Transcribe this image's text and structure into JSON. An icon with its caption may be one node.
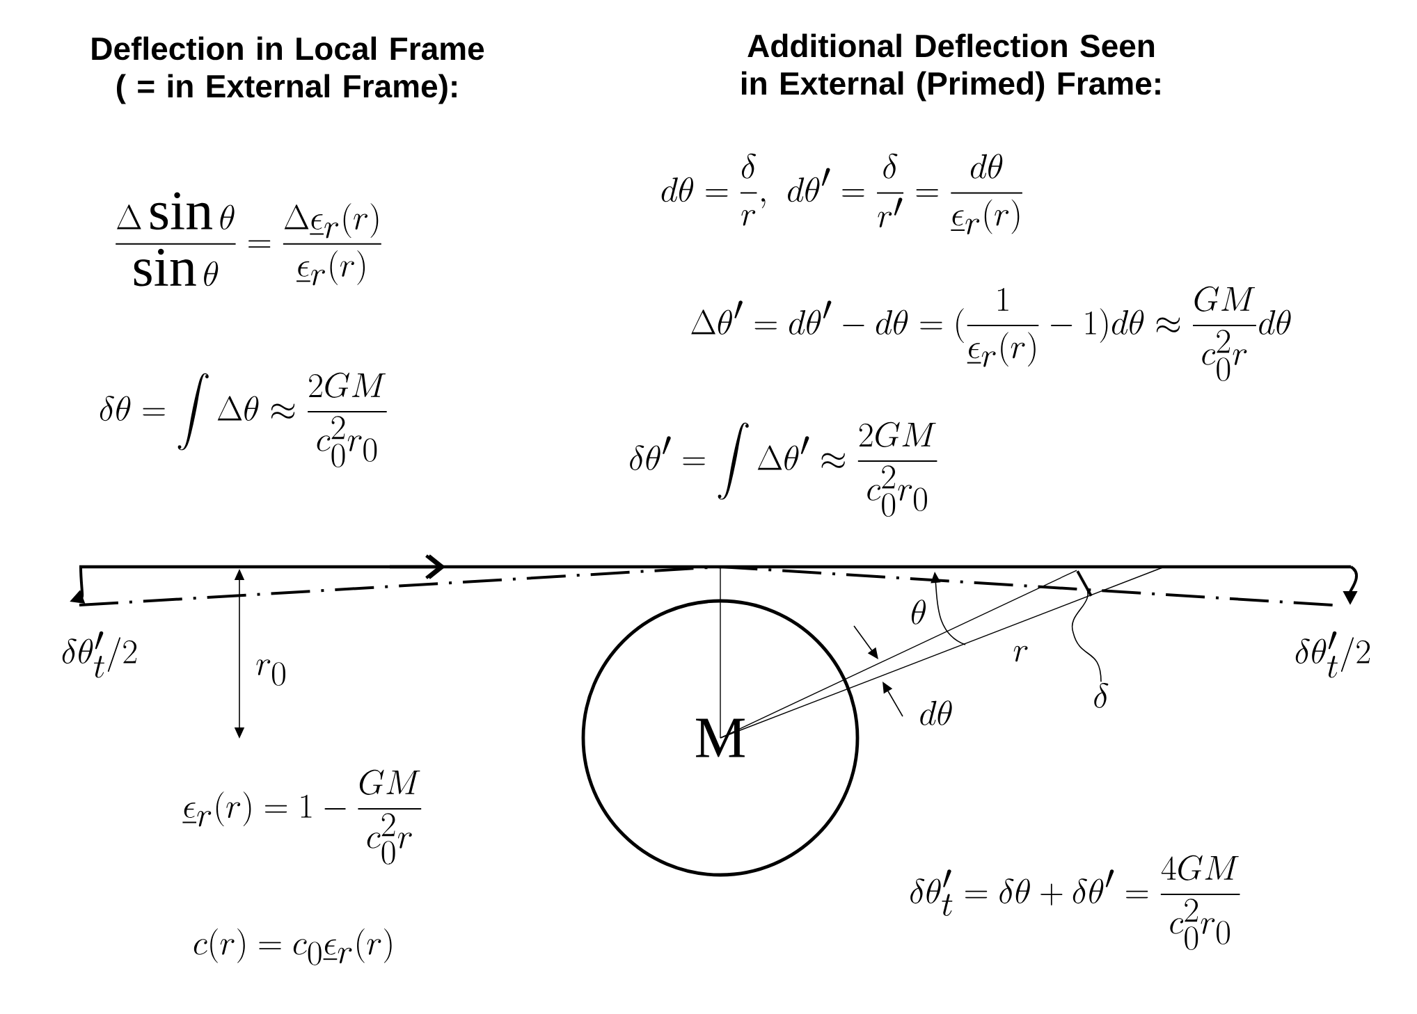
{
  "diagram": {
    "nodes": [
      {
        "text": [
          "M"
        ]
      },
      {
        "text": [
          "\\delta"
        ]
      },
      {
        "text": [],
        "shape": "bar"
      }
    ],
    "edges": [
      {
        "from": 1,
        "to": 2,
        "arrow": "none"
      }
    ],
    "labels": [
      "Deflection in Local Frame ( = in External Frame):",
      "Additional Deflection Seen in External (Primed) Frame:",
      "\\frac{\\Delta\\sin\\theta}{\\sin\\theta}=\\frac{\\Delta\\underline{\\epsilon}_r(r)}{\\underline{\\epsilon}_r(r)}",
      "d\\theta=\\frac{\\delta}{r},\\ d\\theta'=\\frac{\\delta}{r'}=\\frac{d\\theta}{\\underline{\\epsilon}_r(r)}",
      "\\Delta\\theta'=d\\theta'-d\\theta=(\\frac{1}{\\underline{\\epsilon}_r(r)}-1)d\\theta\\approx\\frac{GM}{c_0^2r}d\\theta",
      "\\delta\\theta=\\int\\Delta\\theta\\approx\\frac{2GM}{c_0^2r_0}",
      "\\delta\\theta'=\\int\\Delta\\theta'\\approx\\frac{2GM}{c_0^2r_0}",
      "\\delta\\theta'_t/2",
      "\\theta",
      "r_0",
      "r",
      "d\\theta",
      "\\delta\\theta'_t/2",
      "\\underline{\\epsilon}_r(r)=1-\\frac{GM}{c_0^2r}",
      "\\delta\\theta'_t=\\delta\\theta+\\delta\\theta'=\\frac{4GM}{c_0^2r_0}",
      "c(r)=c_0\\underline{\\epsilon}_r(r)"
    ]
  }
}
